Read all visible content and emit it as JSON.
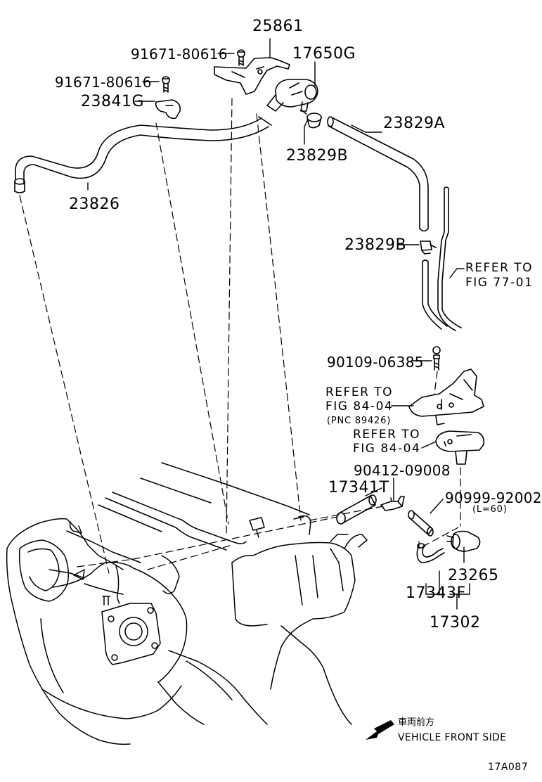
{
  "diagram": {
    "figure_code": "17A087",
    "direction_note": {
      "japanese": "車両前方",
      "english": "VEHICLE FRONT SIDE"
    },
    "part_labels": [
      {
        "id": "p25861",
        "number": "25861"
      },
      {
        "id": "p9167180616a",
        "number": "91671-80616"
      },
      {
        "id": "p17650g",
        "number": "17650G"
      },
      {
        "id": "p9167180616b",
        "number": "91671-80616"
      },
      {
        "id": "p23841g",
        "number": "23841G"
      },
      {
        "id": "p23829a",
        "number": "23829A"
      },
      {
        "id": "p23829b1",
        "number": "23829B"
      },
      {
        "id": "p23826",
        "number": "23826"
      },
      {
        "id": "p23829b2",
        "number": "23829B"
      },
      {
        "id": "p9010906385",
        "number": "90109-06385"
      },
      {
        "id": "p9041209008",
        "number": "90412-09008"
      },
      {
        "id": "p17341t",
        "number": "17341T"
      },
      {
        "id": "p9099992002",
        "number": "90999-92002"
      },
      {
        "id": "p23265",
        "number": "23265"
      },
      {
        "id": "p17343f",
        "number": "17343F"
      },
      {
        "id": "p17302",
        "number": "17302"
      }
    ],
    "references": [
      {
        "id": "ref7701",
        "line1": "REFER TO",
        "line2": "FIG 77-01",
        "sub": ""
      },
      {
        "id": "ref8404a",
        "line1": "REFER TO",
        "line2": "FIG 84-04",
        "sub": "(PNC 89426)"
      },
      {
        "id": "ref8404b",
        "line1": "REFER TO",
        "line2": "FIG 84-04",
        "sub": ""
      }
    ],
    "length_note": "(L=60)"
  }
}
